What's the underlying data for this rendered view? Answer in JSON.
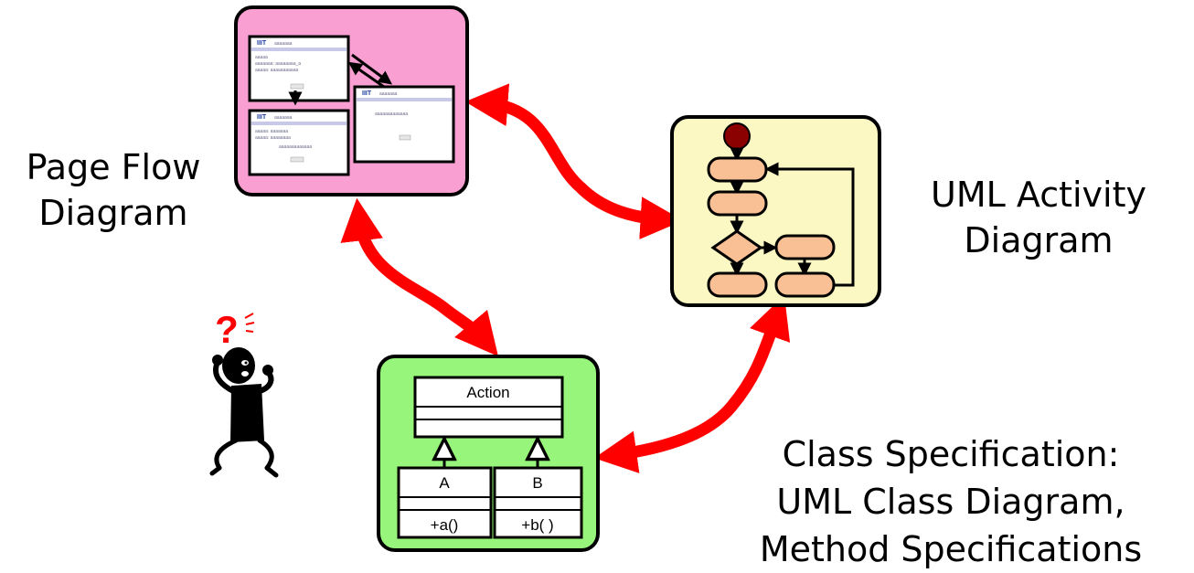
{
  "labels": {
    "page_flow": [
      "Page Flow",
      "Diagram"
    ],
    "uml_activity": [
      "UML Activity",
      "Diagram"
    ],
    "class_spec": [
      "Class Specification:",
      "UML Class Diagram,",
      "Method Specifications"
    ]
  },
  "class_diagram": {
    "parent": "Action",
    "children": [
      {
        "name": "A",
        "method": "+a()"
      },
      {
        "name": "B",
        "method": "+b( )"
      }
    ]
  },
  "person": {
    "question_mark": "?"
  },
  "colors": {
    "arrow": "#ff0000",
    "page_flow_bg": "#f99fd2",
    "activity_bg": "#fcf8c4",
    "class_bg": "#96f57a",
    "activity_node": "#f9c096",
    "activity_start": "#8b0000"
  }
}
